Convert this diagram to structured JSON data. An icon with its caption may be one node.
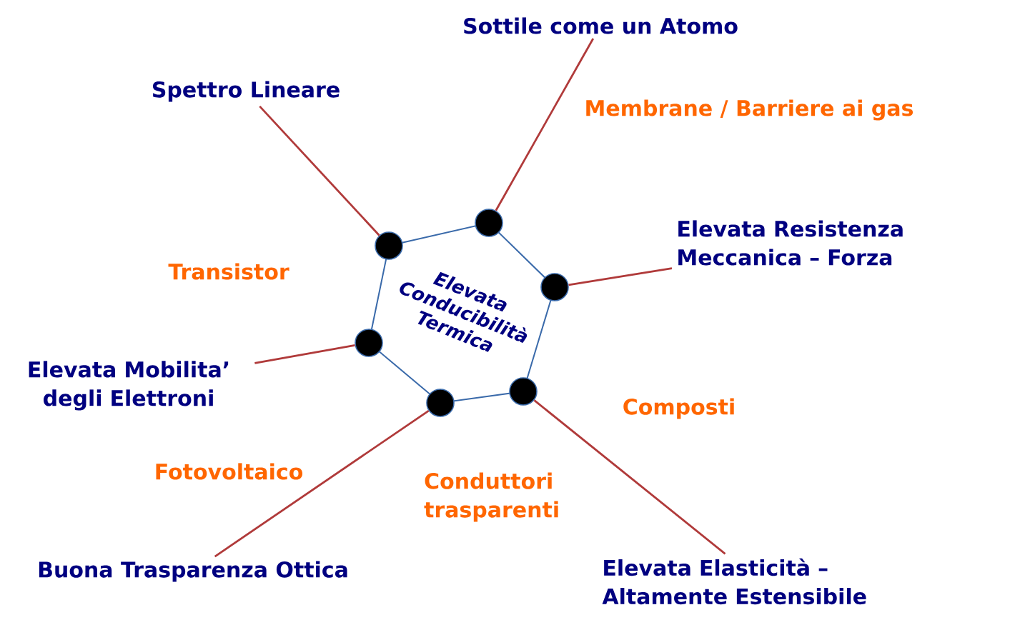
{
  "diagram": {
    "nodes": [
      {
        "text": [
          "Elevata Conducibilità Termica"
        ]
      },
      {
        "text": [],
        "shape": "circle"
      },
      {
        "text": [],
        "shape": "circle"
      },
      {
        "text": [],
        "shape": "circle"
      },
      {
        "text": [],
        "shape": "circle"
      },
      {
        "text": [],
        "shape": "circle"
      },
      {
        "text": [],
        "shape": "circle"
      },
      {
        "text": [
          "Spettro Lineare"
        ]
      },
      {
        "text": [
          "Sottile come un Atomo"
        ]
      },
      {
        "text": [
          "Elevata Resistenza Meccanica – Forza"
        ]
      },
      {
        "text": [
          "Elevata Mobilita’ degli Elettroni"
        ]
      },
      {
        "text": [
          "Buona Trasparenza Ottica"
        ]
      },
      {
        "text": [
          "Elevata Elasticità – Altamente Estensibile"
        ]
      }
    ],
    "edges": [
      {
        "from": 2,
        "to": 7,
        "arrow": "none"
      },
      {
        "from": 4,
        "to": 8,
        "arrow": "none"
      },
      {
        "from": 6,
        "to": 9,
        "arrow": "none"
      },
      {
        "from": 1,
        "to": 10,
        "arrow": "none"
      },
      {
        "from": 3,
        "to": 11,
        "arrow": "none"
      },
      {
        "from": 5,
        "to": 12,
        "arrow": "none"
      }
    ],
    "labels": [
      "Membrane / Barriere ai gas",
      "Transistor",
      "Composti",
      "Fotovoltaico",
      "Conduttori trasparenti"
    ]
  }
}
